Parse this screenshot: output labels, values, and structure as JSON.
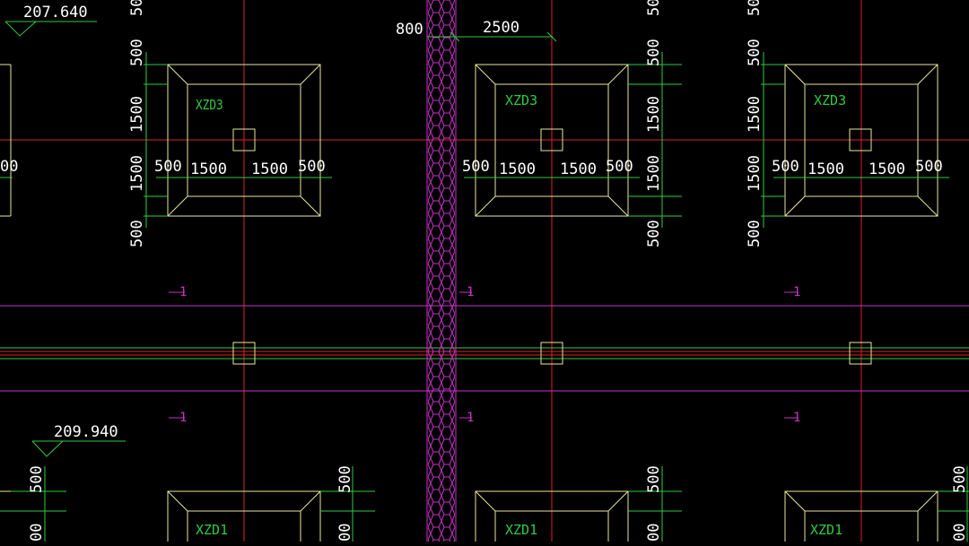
{
  "colors": {
    "background": "#000000",
    "grid_axis": "#e0202a",
    "footing": "#e8e89a",
    "dimension": "#2ecc40",
    "dim_text": "#ffffff",
    "foundation_label": "#2ecc40",
    "magenta": "#c832c8",
    "elevation_line": "#2ecc40"
  },
  "elevations": [
    {
      "id": "elev-top",
      "value": "207.640"
    },
    {
      "id": "elev-mid",
      "value": "209.940"
    }
  ],
  "dimension_top": {
    "gap": "800",
    "span": "2500"
  },
  "footing_top": {
    "label": "XZD3",
    "h_dims": [
      "500",
      "1500",
      "1500",
      "500"
    ],
    "v_dims": [
      "500",
      "1500",
      "1500",
      "500"
    ],
    "left_edge_partial": "00"
  },
  "footing_bottom": {
    "label": "XZD1",
    "v_dims": [
      "500",
      "00"
    ]
  },
  "section_marks": [
    "1",
    "1"
  ]
}
